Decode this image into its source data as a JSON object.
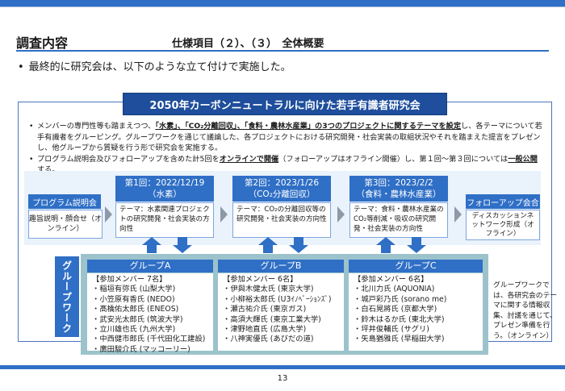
{
  "header": {
    "title": "調査内容",
    "subtitle": "仕様項目（２）、（３）　全体概要",
    "intro": "最終的に研究会は、以下のような立て付けで実施した。"
  },
  "banner": {
    "title": "2050年カーボンニュートラルに向けた若手有識者研究会"
  },
  "notes": {
    "line1": {
      "t1": "メンバーの専門性等も踏まえつつ、",
      "t2": "「水素」、「CO₂分離回収」、「食料・農林水産業」の3つのプロジェクトに関するテーマを設定",
      "t3": "し、各テーマについて若手有識者をグルーピング。グループワークを通じて議論した、各プロジェクトにおける研究開発・社会実装の取組状況やそれを踏まえた提言をプレゼンし、他グループから質疑を行う形で研究会を実施する。"
    },
    "line2": {
      "t1": "プログラム説明会及びフォローアップを含めた計5回を",
      "t2": "オンラインで開催",
      "t3": "（フォローアップはオフライン開催）し、第１回～第３回については",
      "t4": "一般公開",
      "t5": "する。"
    }
  },
  "flow": {
    "intro_stage": {
      "title": "プログラム説明会",
      "body": "趣旨説明・顔合せ（オンライン）"
    },
    "meetings": [
      {
        "title": "第1回：2022/12/19",
        "theme": "（水素）",
        "body": "テーマ：水素関連プロジェクトの研究開発・社会実装の方向性"
      },
      {
        "title": "第2回：2023/1/26",
        "theme": "（CO₂分離回収）",
        "body": "テーマ：CO₂の分離回収等の研究開発・社会実装の方向性"
      },
      {
        "title": "第3回：2023/2/2",
        "theme": "（食料・農林水産業）",
        "body": "テーマ：食料・農林水産業のCO₂等削減・吸収の研究開発・社会実装の方向性"
      }
    ],
    "followup_stage": {
      "title": "フォローアップ会合",
      "body": "ディスカッションネットワーク形成（オフライン）"
    }
  },
  "groups": {
    "side_label": "グループワーク",
    "items": [
      {
        "title": "グループA",
        "count": "【参加メンバー 7名】",
        "members": [
          "稲垣有弥氏 (山梨大学)",
          "小笠原有香氏 (NEDO)",
          "髙橋佑太郎氏 (ENEOS)",
          "武安光太郎氏 (筑波大学)",
          "立川雄也氏 (九州大学)",
          "中西健市郎氏 (千代田化工建設)",
          "廣田駿介氏 (マッコーリー)"
        ]
      },
      {
        "title": "グループB",
        "count": "【参加メンバー 6名】",
        "members": [
          "伊與木健太氏 (東京大学)",
          "小柳裕太郎氏 (U3ｲﾉﾍﾞｰｼｮﾝｽﾞ)",
          "瀬古祐介氏 (東京ガス)",
          "高須大輝氏 (東京工業大学)",
          "津野地直氏 (広島大学)",
          "八神実優氏 (あびだの道)"
        ]
      },
      {
        "title": "グループC",
        "count": "【参加メンバー 6名】",
        "members": [
          "北川力氏 (AQUONIA)",
          "城戸彩乃氏 (sorano me)",
          "白石晃將氏 (京都大学)",
          "鈴木はるか氏 (東北大学)",
          "坪井俊輔氏 (サグリ)",
          "矢島猶雅氏 (早稲田大学)"
        ]
      }
    ],
    "side_note": "グループワークでは、各研究会のテーマに関する情報収集、討議を通じて、プレゼン準備を行う。（オンライン）"
  },
  "footer": {
    "page_number": "13"
  },
  "colors": {
    "accent": "#2f6fc6",
    "banner": "#1e4e9c",
    "panel": "#eaf2fb",
    "group_panel": "#9cc3cc"
  }
}
